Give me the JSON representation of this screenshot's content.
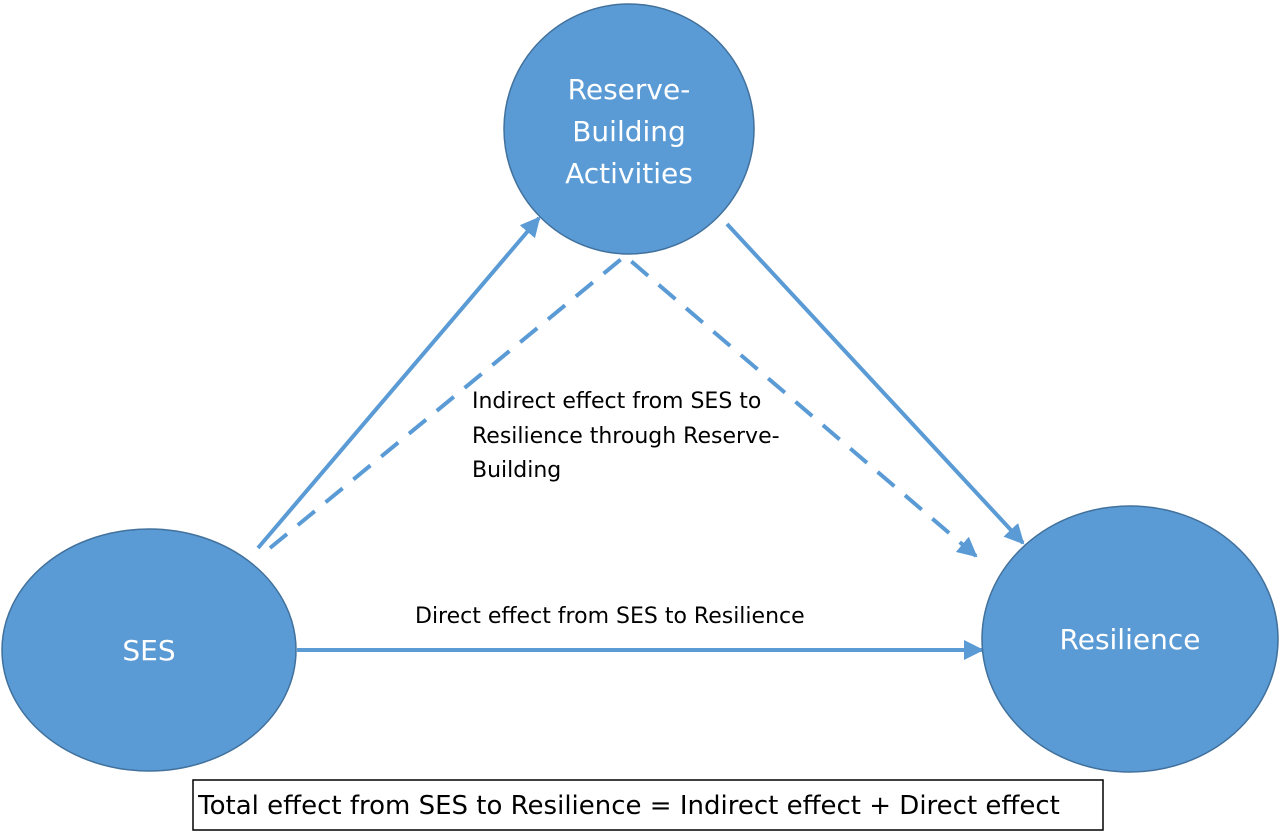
{
  "colors": {
    "node_fill": "#5b9bd5",
    "node_stroke": "#41719c",
    "arrow": "#5b9bd5",
    "text_dark": "#000000",
    "text_light": "#ffffff"
  },
  "nodes": {
    "reserve": {
      "label_lines": [
        "Reserve-",
        "Building",
        "Activities"
      ]
    },
    "ses": {
      "label_lines": [
        "SES"
      ]
    },
    "resilience": {
      "label_lines": [
        "Resilience"
      ]
    }
  },
  "edges": {
    "indirect_label_lines": [
      "Indirect effect from SES to",
      "Resilience through Reserve-",
      "Building"
    ],
    "direct_label": "Direct effect from SES to Resilience"
  },
  "total_effect": "Total effect from SES to Resilience = Indirect effect + Direct effect"
}
